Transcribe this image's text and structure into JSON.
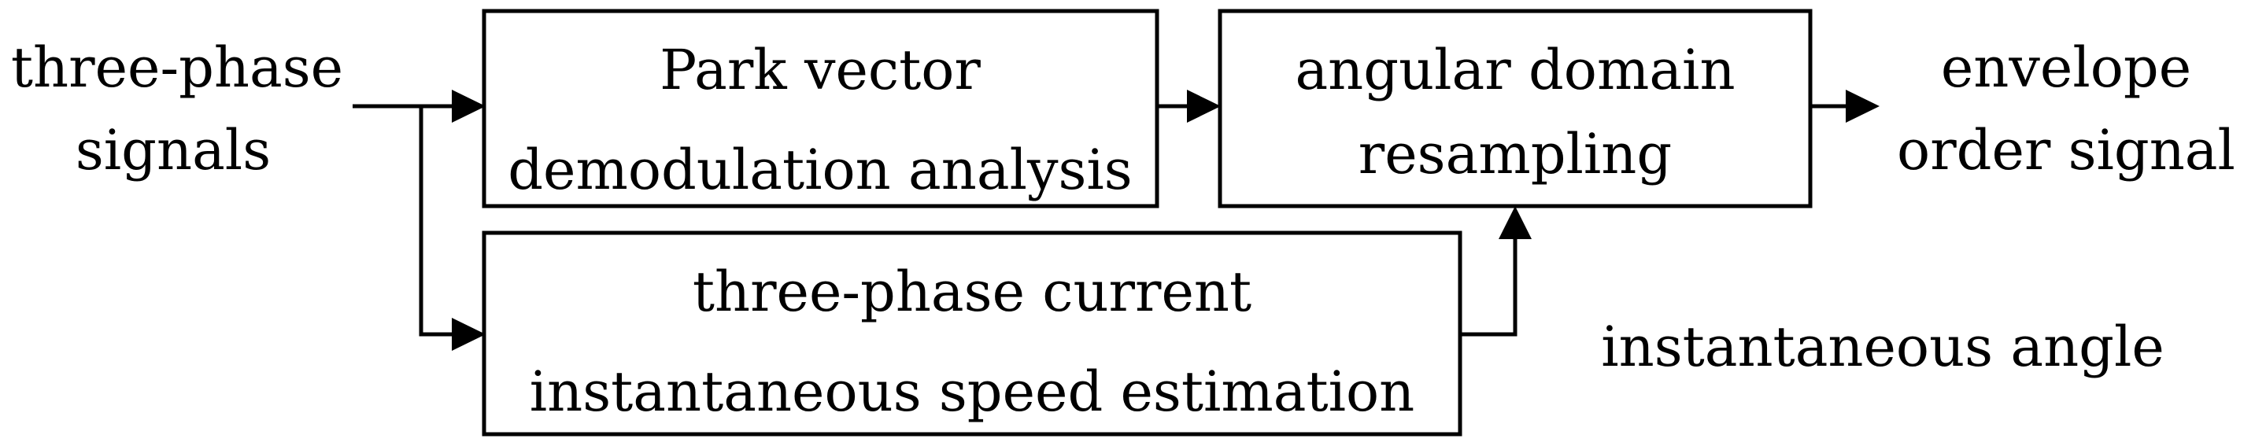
{
  "input": {
    "line1": "three-phase",
    "line2": "signals"
  },
  "boxes": {
    "park": {
      "line1": "Park vector",
      "line2": "demodulation analysis"
    },
    "resampling": {
      "line1": "angular domain",
      "line2": "resampling"
    },
    "speed": {
      "line1": "three-phase current",
      "line2": "instantaneous speed estimation"
    }
  },
  "output": {
    "line1": "envelope",
    "line2": "order signal"
  },
  "angle_label": "instantaneous angle"
}
